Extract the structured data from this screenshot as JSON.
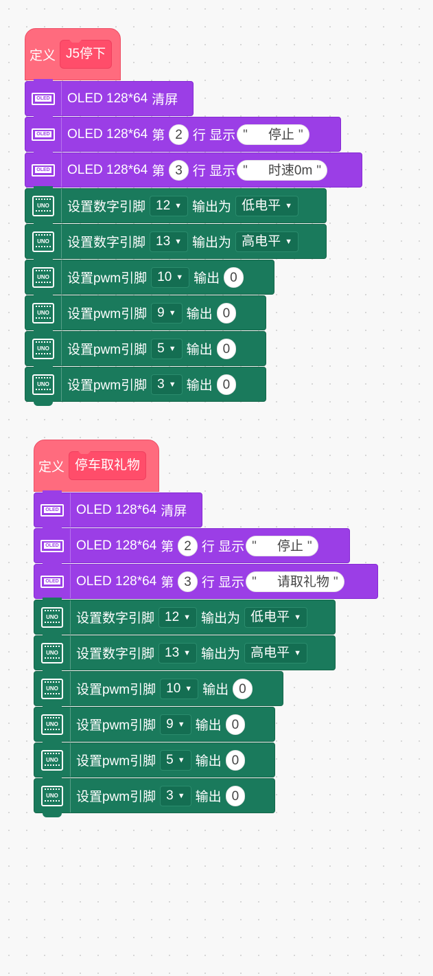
{
  "colors": {
    "hat": "#ff6b7e",
    "oled": "#9b3ee6",
    "pin": "#1a7a5c",
    "background": "#f8f8f8"
  },
  "icons": {
    "oled": "oled-display-icon",
    "uno": "arduino-uno-icon"
  },
  "common": {
    "define_label": "定义",
    "oled_prefix": "OLED 128*64",
    "clear": "清屏",
    "line_prefix": "第",
    "line_suffix": "行 显示",
    "quote_open": "\"",
    "quote_close": "\"",
    "set_digital": "设置数字引脚",
    "output_as": "输出为",
    "set_pwm": "设置pwm引脚",
    "output": "输出",
    "oled_icon_text": "OLED",
    "uno_icon_text": "UNO"
  },
  "stacks": [
    {
      "name": "J5停下",
      "oled_lines": [
        {
          "line": "2",
          "text": "停止"
        },
        {
          "line": "3",
          "text": "时速0m"
        }
      ],
      "digital": [
        {
          "pin": "12",
          "level": "低电平"
        },
        {
          "pin": "13",
          "level": "高电平"
        }
      ],
      "pwm": [
        {
          "pin": "10",
          "value": "0"
        },
        {
          "pin": "9",
          "value": "0"
        },
        {
          "pin": "5",
          "value": "0"
        },
        {
          "pin": "3",
          "value": "0"
        }
      ]
    },
    {
      "name": "停车取礼物",
      "oled_lines": [
        {
          "line": "2",
          "text": "停止"
        },
        {
          "line": "3",
          "text": "请取礼物"
        }
      ],
      "digital": [
        {
          "pin": "12",
          "level": "低电平"
        },
        {
          "pin": "13",
          "level": "高电平"
        }
      ],
      "pwm": [
        {
          "pin": "10",
          "value": "0"
        },
        {
          "pin": "9",
          "value": "0"
        },
        {
          "pin": "5",
          "value": "0"
        },
        {
          "pin": "3",
          "value": "0"
        }
      ]
    }
  ]
}
